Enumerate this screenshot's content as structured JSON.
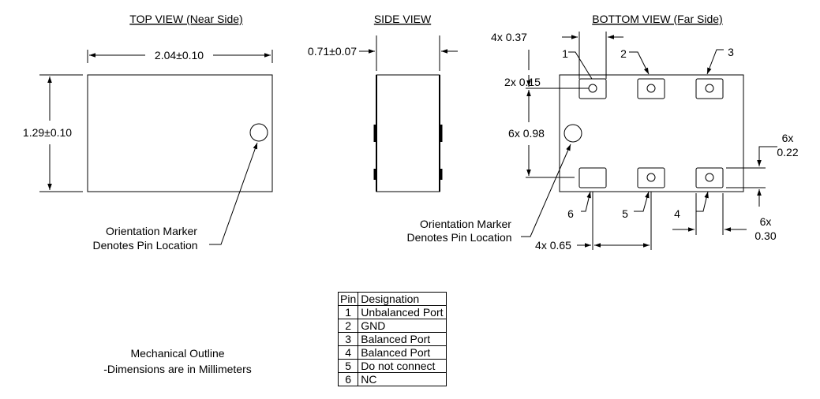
{
  "views": {
    "top_title": "TOP VIEW (Near Side)",
    "side_title": "SIDE VIEW",
    "bottom_title": "BOTTOM VIEW (Far Side)"
  },
  "dimensions": {
    "top_width": "2.04±0.10",
    "top_height": "1.29±0.10",
    "side_thickness": "0.71±0.07",
    "pad_width": "4x 0.37",
    "small_pad_offset": "2x 0.15",
    "pad_vertical_pitch": "6x 0.98",
    "pad_height_count": "6x",
    "pad_height_value": "0.22",
    "pad_gap_count": "6x",
    "pad_gap_value": "0.30",
    "pad_pitch": "4x 0.65"
  },
  "pin_callouts": [
    "1",
    "2",
    "3",
    "4",
    "5",
    "6"
  ],
  "orientation_marker": {
    "line1": "Orientation Marker",
    "line2": "Denotes Pin Location"
  },
  "pin_table": {
    "headers": [
      "Pin",
      "Designation"
    ],
    "rows": [
      {
        "pin": "1",
        "designation": "Unbalanced Port"
      },
      {
        "pin": "2",
        "designation": "GND"
      },
      {
        "pin": "3",
        "designation": "Balanced Port"
      },
      {
        "pin": "4",
        "designation": "Balanced Port"
      },
      {
        "pin": "5",
        "designation": "Do not connect"
      },
      {
        "pin": "6",
        "designation": "NC"
      }
    ]
  },
  "note": {
    "line1": "Mechanical Outline",
    "line2": "-Dimensions are in Millimeters"
  }
}
